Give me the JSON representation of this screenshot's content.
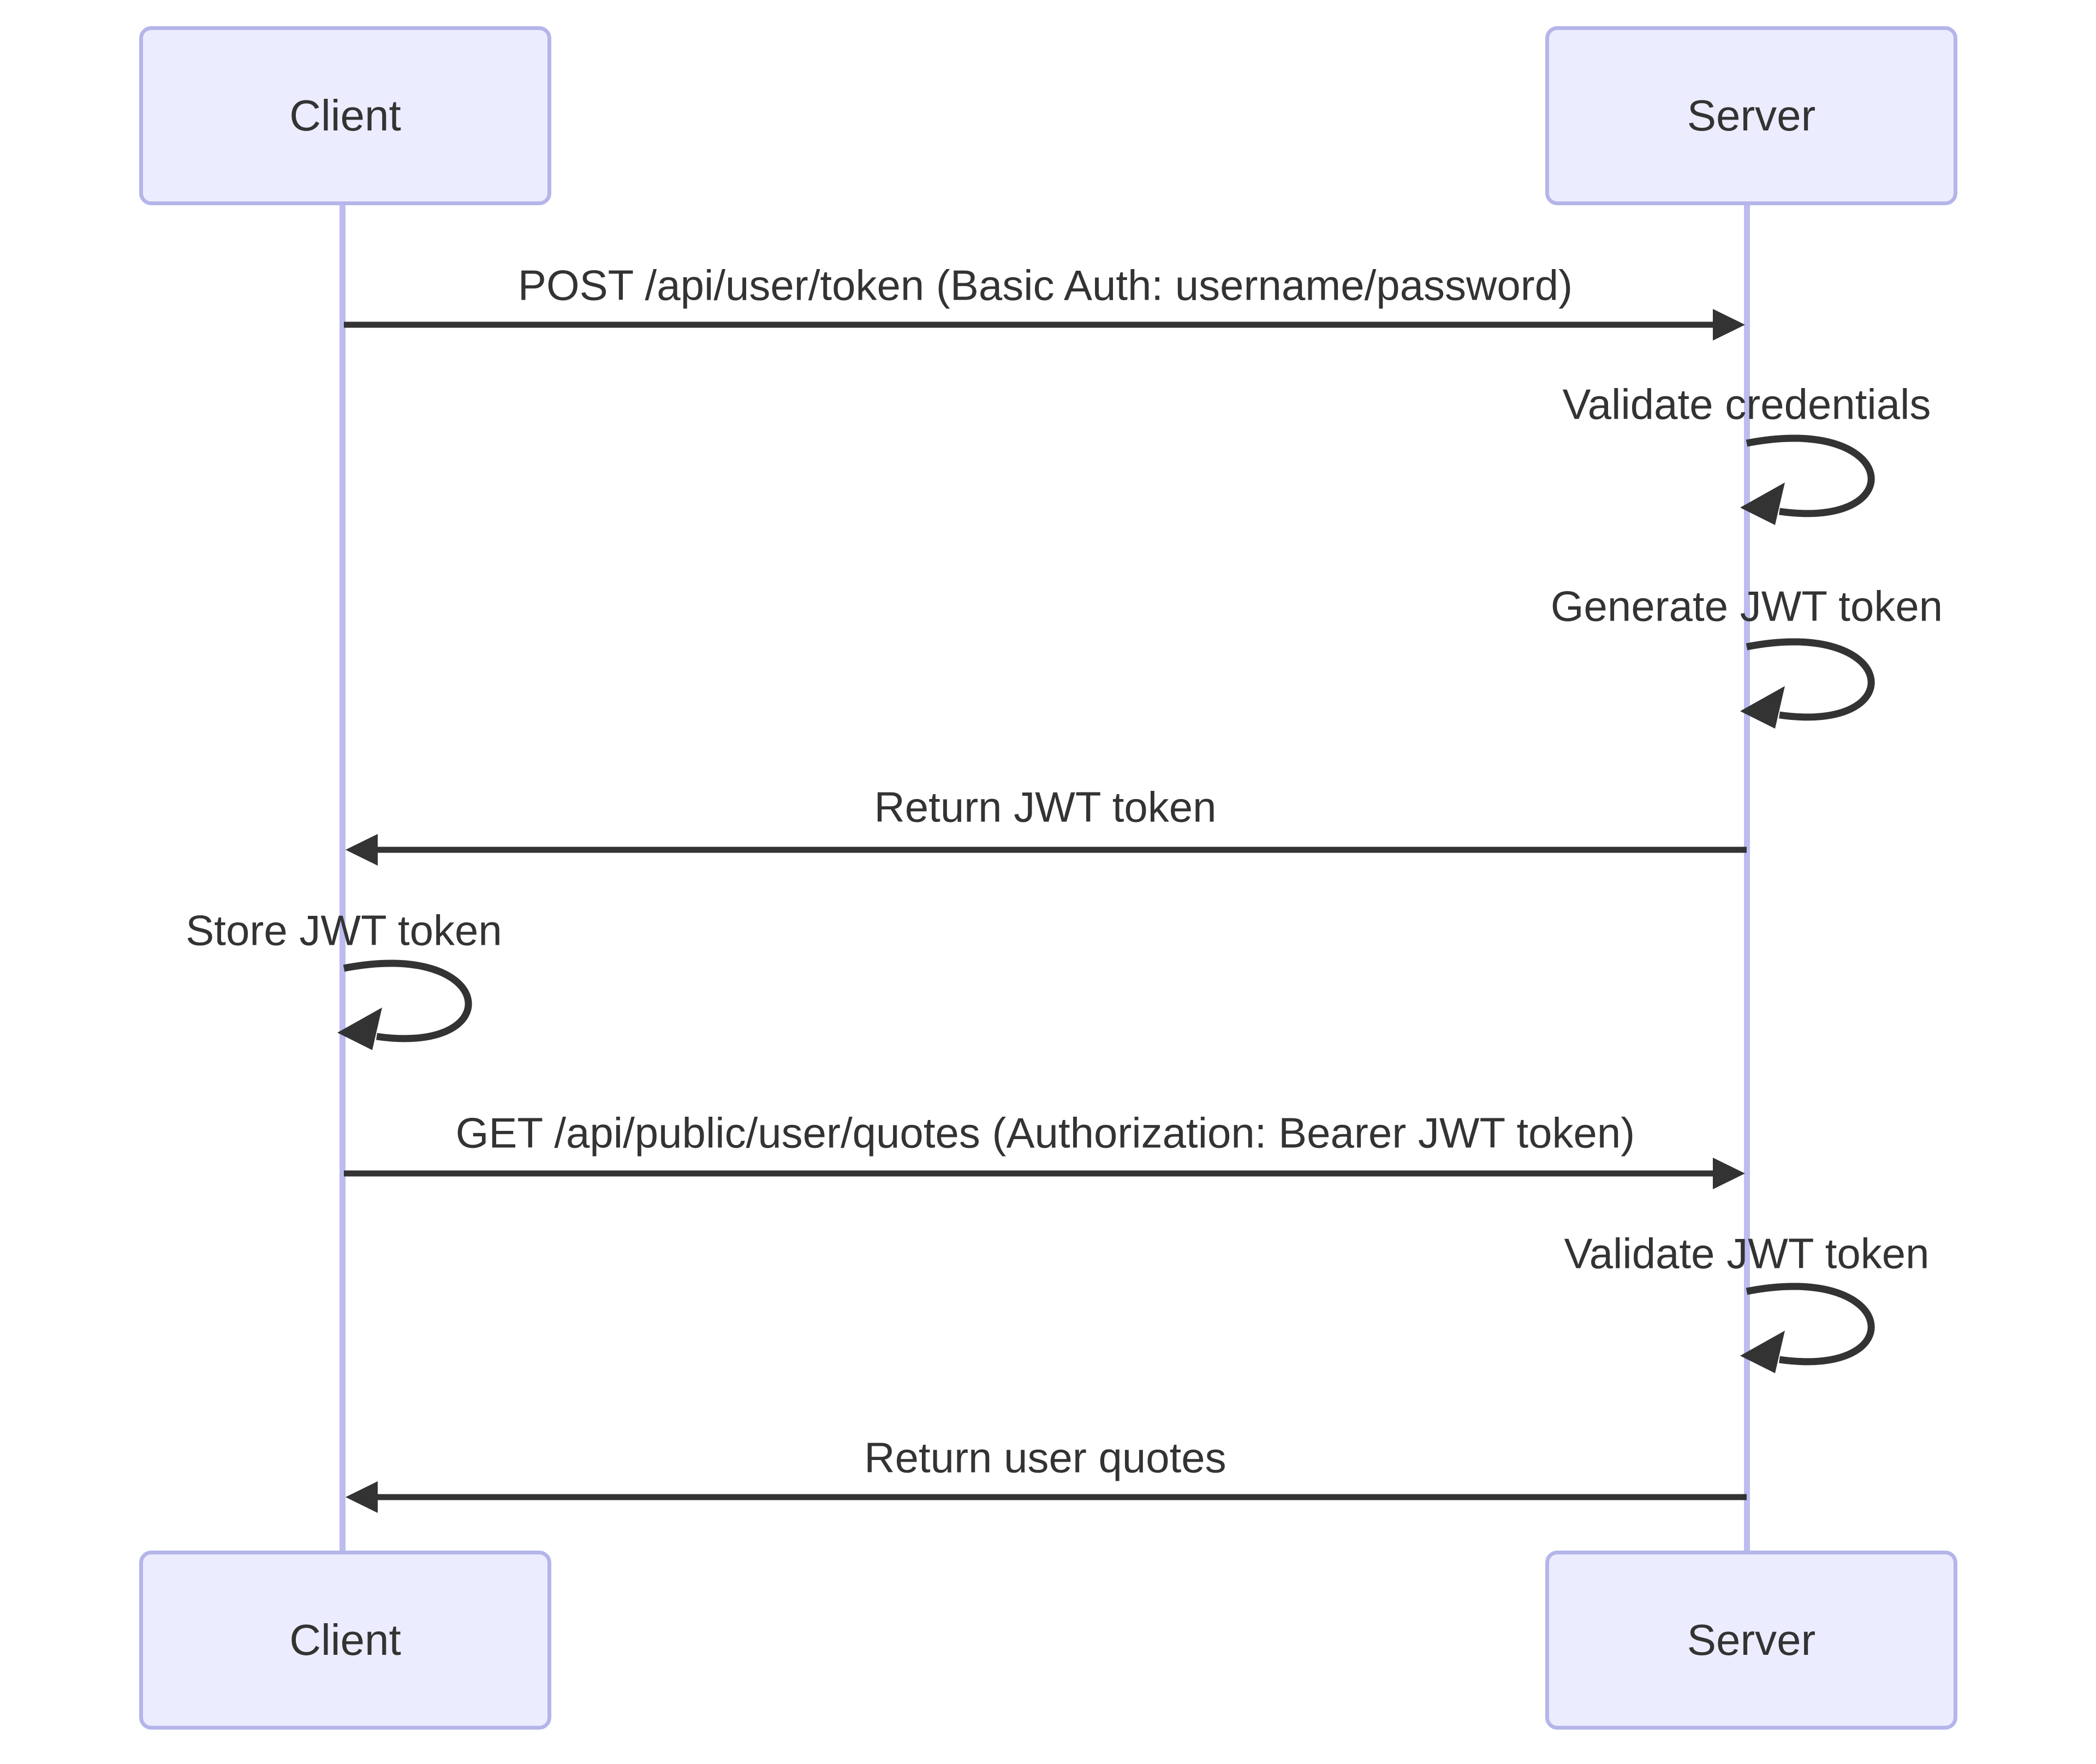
{
  "diagram": {
    "type": "sequence-diagram",
    "title": "JWT authentication flow between Client and Server",
    "colors": {
      "background": "#ffffff",
      "actor_fill": "#ECECFF",
      "actor_border": "#b5b5ea",
      "lifeline": "#bcbcf0",
      "arrow": "#333333",
      "text": "#333333"
    },
    "actors": [
      {
        "id": "client",
        "label": "Client"
      },
      {
        "id": "server",
        "label": "Server"
      }
    ],
    "messages": [
      {
        "index": 1,
        "kind": "solid-arrow",
        "from": "client",
        "to": "server",
        "label": "POST /api/user/token (Basic Auth: username/password)"
      },
      {
        "index": 2,
        "kind": "self-loop",
        "actor": "server",
        "label": "Validate credentials"
      },
      {
        "index": 3,
        "kind": "self-loop",
        "actor": "server",
        "label": "Generate JWT token"
      },
      {
        "index": 4,
        "kind": "solid-arrow",
        "from": "server",
        "to": "client",
        "label": "Return JWT token"
      },
      {
        "index": 5,
        "kind": "self-loop",
        "actor": "client",
        "label": "Store JWT token"
      },
      {
        "index": 6,
        "kind": "solid-arrow",
        "from": "client",
        "to": "server",
        "label": "GET /api/public/user/quotes (Authorization: Bearer JWT token)"
      },
      {
        "index": 7,
        "kind": "self-loop",
        "actor": "server",
        "label": "Validate JWT token"
      },
      {
        "index": 8,
        "kind": "solid-arrow",
        "from": "server",
        "to": "client",
        "label": "Return user quotes"
      }
    ]
  }
}
